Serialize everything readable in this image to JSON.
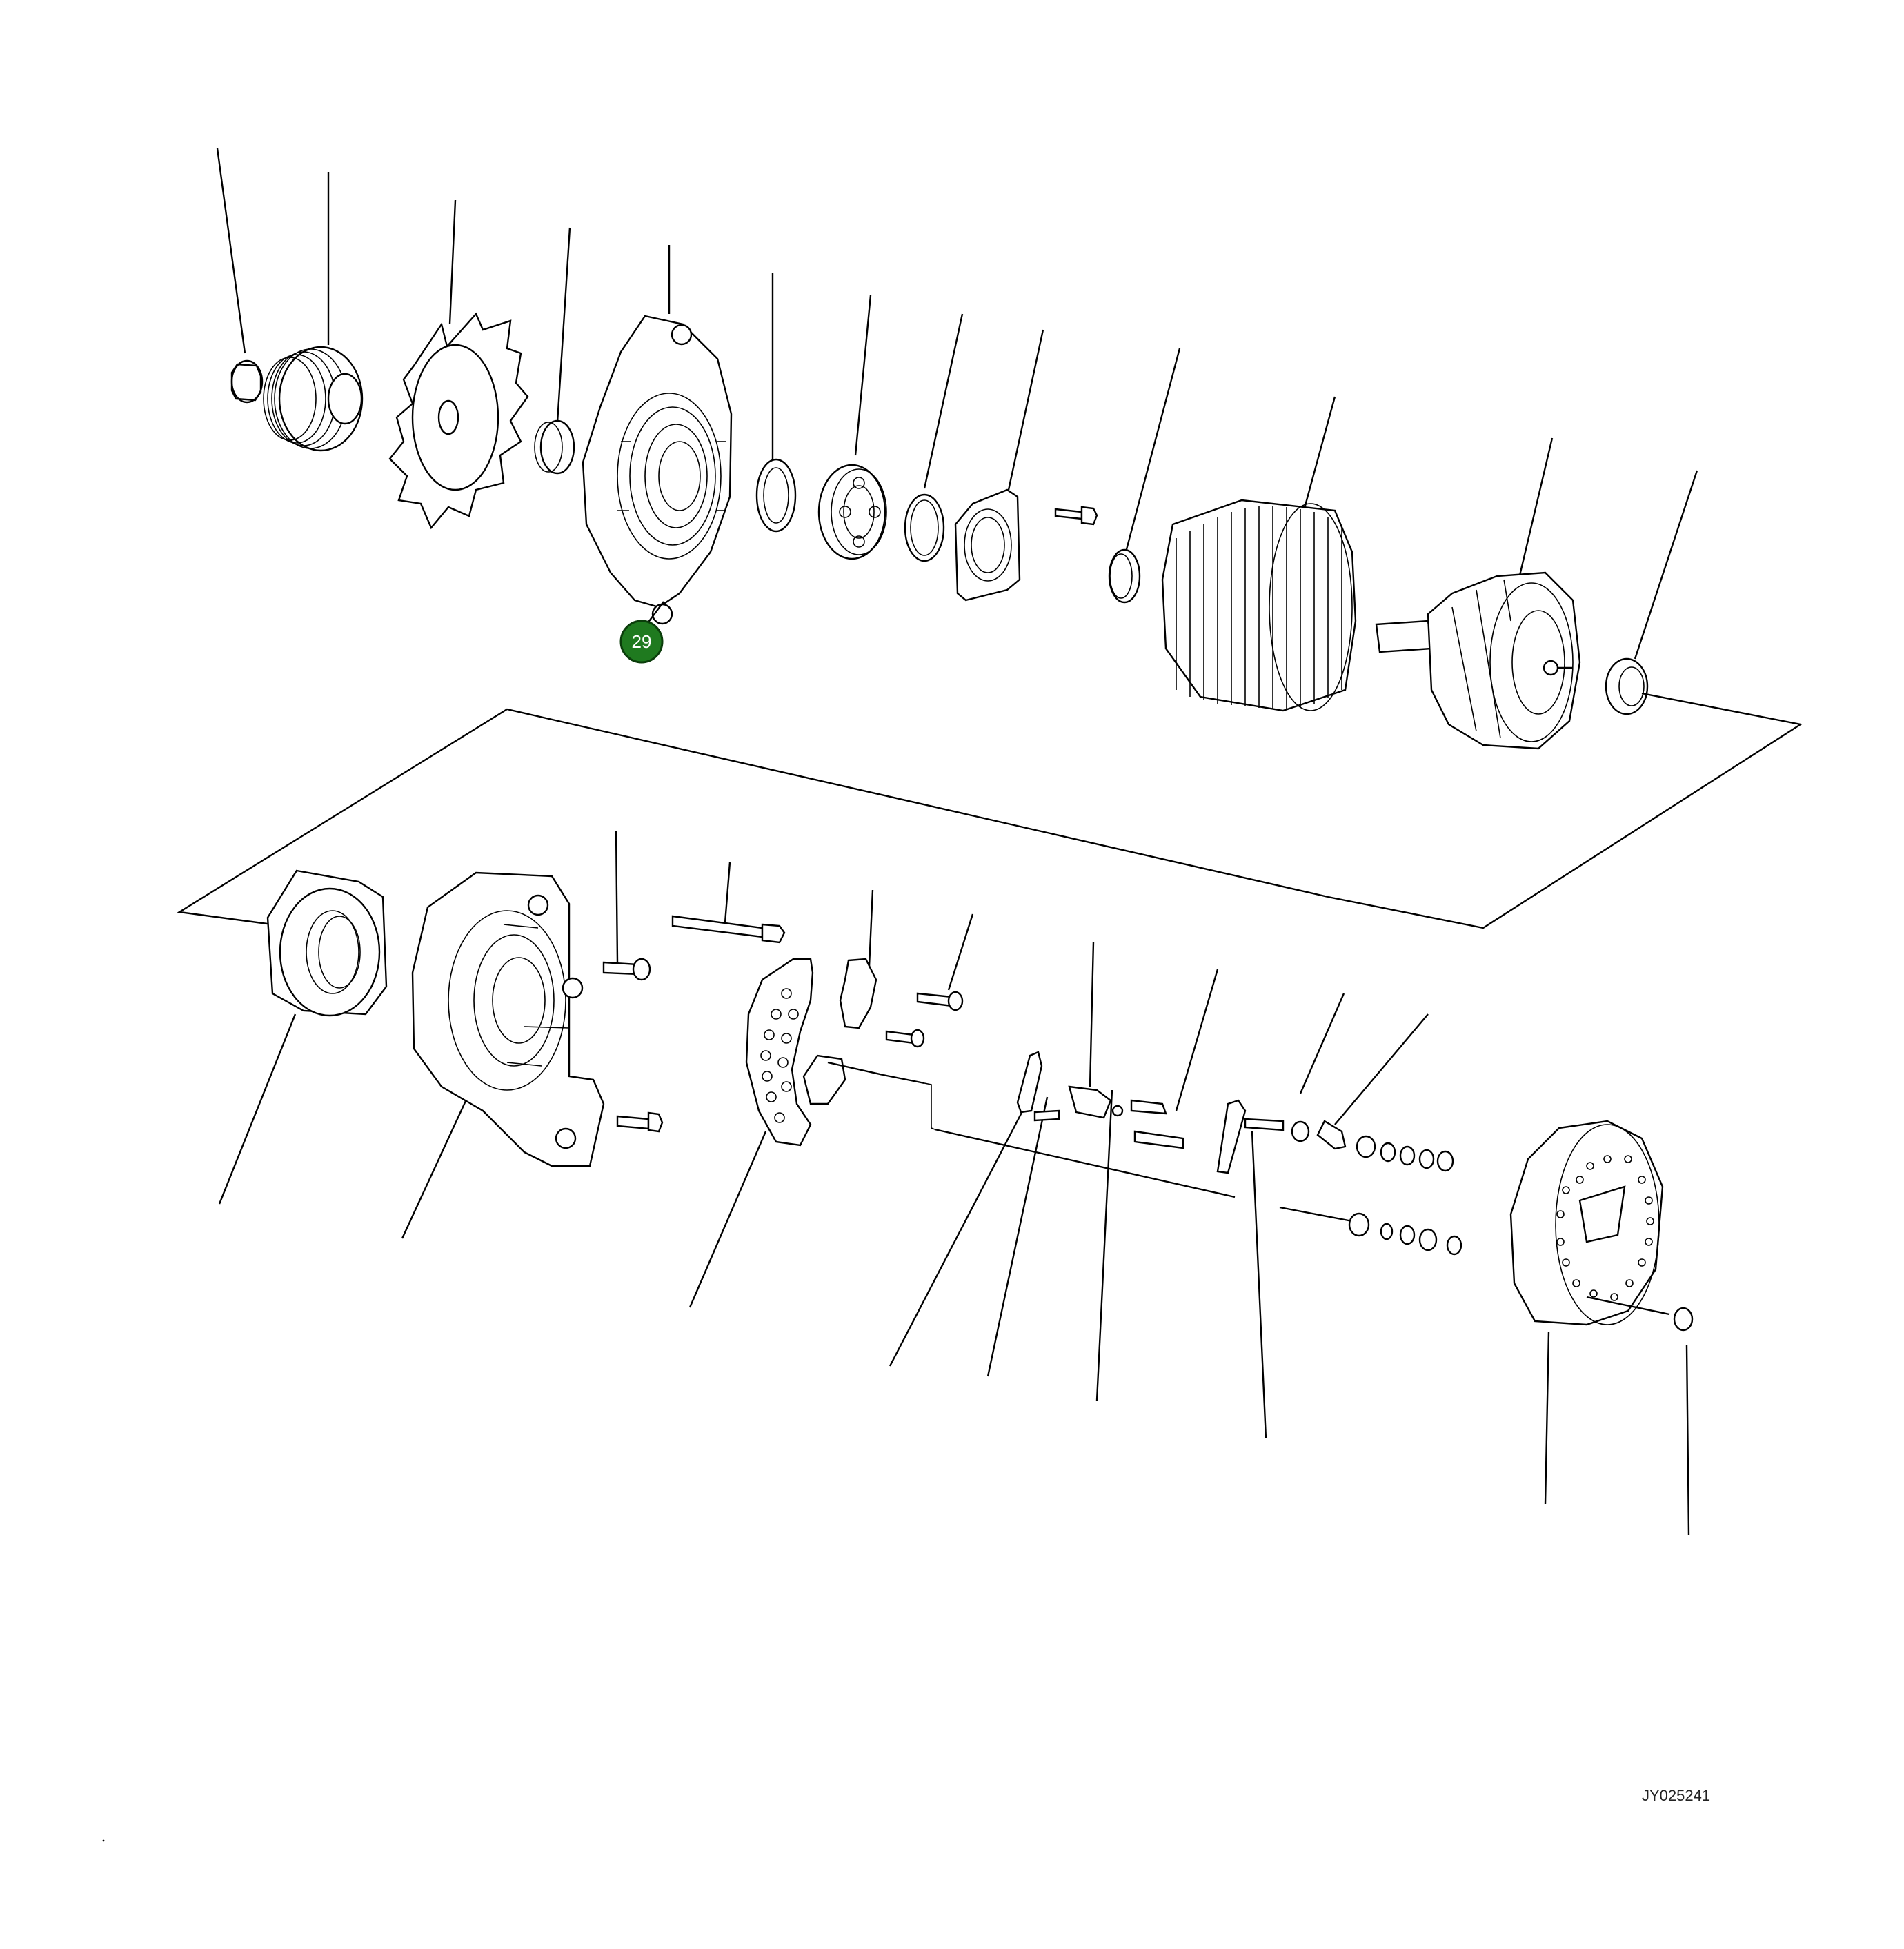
{
  "diagram": {
    "callouts": [
      {
        "id": "callout-29",
        "label": "29",
        "color": "#1f7a1f"
      }
    ],
    "figure_code": "JY025241"
  }
}
